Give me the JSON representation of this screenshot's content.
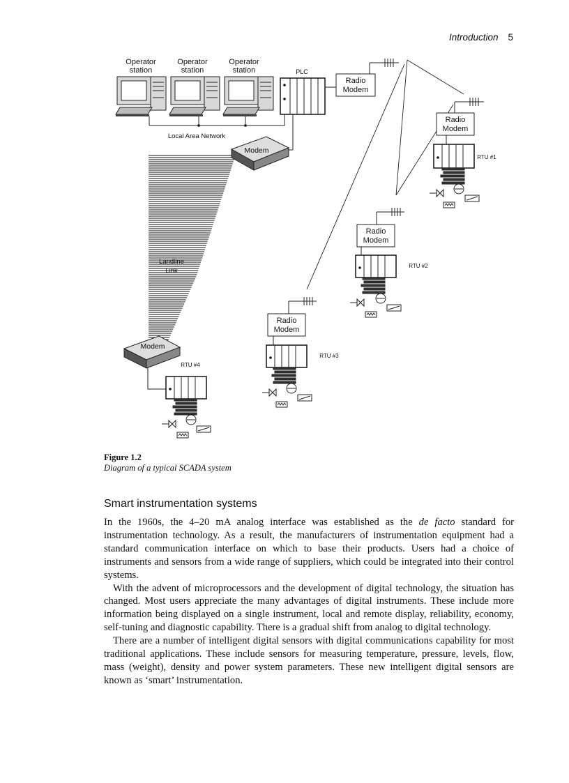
{
  "header": {
    "section": "Introduction",
    "page_number": "5"
  },
  "figure": {
    "labels": {
      "operator_station": [
        "Operator",
        "station"
      ],
      "plc": "PLC",
      "radio_modem": [
        "Radio",
        "Modem"
      ],
      "local_area_network": "Local Area Network",
      "modem": "Modem",
      "landline_link": [
        "Landline",
        "Link"
      ],
      "rtu1": "RTU #1",
      "rtu2": "RTU #2",
      "rtu3": "RTU #3",
      "rtu4": "RTU #4"
    },
    "caption_number": "Figure 1.2",
    "caption_text": "Diagram of a typical SCADA system"
  },
  "section_title": "Smart instrumentation systems",
  "paragraphs": {
    "p1_before": "In the 1960s, the 4–20 mA analog interface was established as the ",
    "p1_em": "de facto",
    "p1_after": " standard for instrumentation technology. As a result, the manufacturers of instrumentation equipment had a standard communication interface on which to base their products. Users had a choice of instruments and sensors from a wide range of suppliers, which could be integrated into their control systems.",
    "p2": "With the advent of microprocessors and the development of digital technology, the situation has changed. Most users appreciate the many advantages of digital instruments. These include more information being displayed on a single instrument, local and remote display, reliability, economy, self-tuning and diagnostic capability. There is a gradual shift from analog to digital technology.",
    "p3": "There are a number of intelligent digital sensors with digital communications capability for most traditional applications. These include sensors for measuring temperature, pressure, levels, flow, mass (weight), density and power system parameters. These new intelligent digital sensors are known as ‘smart’ instrumentation."
  }
}
